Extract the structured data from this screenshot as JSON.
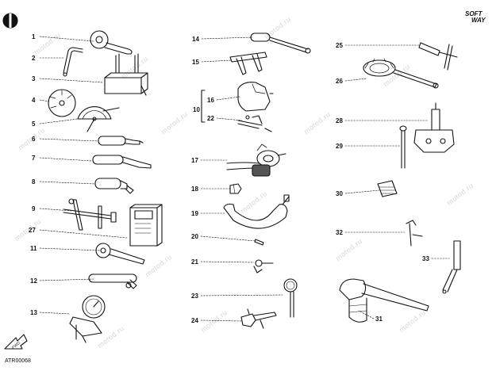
{
  "figure": {
    "code": "ATR00068",
    "brand_top": "SOFT",
    "brand_bottom": "WAY",
    "watermark": "motod.ru",
    "callouts": [
      "1",
      "2",
      "3",
      "4",
      "5",
      "6",
      "7",
      "8",
      "9",
      "27",
      "11",
      "12",
      "13",
      "14",
      "15",
      "16",
      "10",
      "22",
      "17",
      "18",
      "19",
      "20",
      "21",
      "23",
      "24",
      "25",
      "26",
      "28",
      "29",
      "30",
      "32",
      "33",
      "31"
    ]
  }
}
